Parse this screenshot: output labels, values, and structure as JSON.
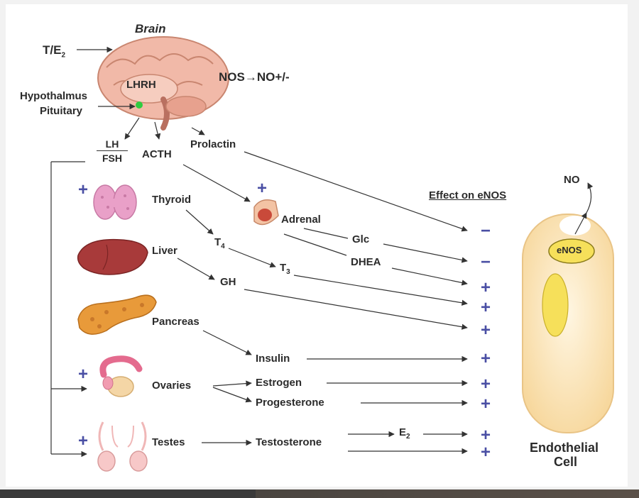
{
  "brain": {
    "title": "Brain",
    "lhrh": "LHRH",
    "input_te2_main": "T/E",
    "input_te2_sub": "2",
    "hypothalamus": "Hypothalmus",
    "pituitary": "Pituitary",
    "nos_label": "NOS→NO+/-"
  },
  "pituitary_outputs": {
    "lh": "LH",
    "fsh": "FSH",
    "acth": "ACTH",
    "prolactin": "Prolactin"
  },
  "organs": {
    "thyroid": "Thyroid",
    "adrenal": "Adrenal",
    "liver": "Liver",
    "pancreas": "Pancreas",
    "ovaries": "Ovaries",
    "testes": "Testes"
  },
  "hormones": {
    "t4_main": "T",
    "t4_sub": "4",
    "t3_main": "T",
    "t3_sub": "3",
    "glc": "Glc",
    "dhea": "DHEA",
    "gh": "GH",
    "insulin": "Insulin",
    "estrogen": "Estrogen",
    "progesterone": "Progesterone",
    "testosterone": "Testosterone",
    "e2_main": "E",
    "e2_sub": "2"
  },
  "effect": {
    "heading": "Effect on eNOS",
    "signs": [
      "−",
      "−",
      "+",
      "+",
      "+",
      "+",
      "+",
      "+",
      "+",
      "+"
    ]
  },
  "organ_markers": {
    "adrenal_plus": "+",
    "thyroid_plus": "+",
    "ovaries_plus": "+",
    "testes_plus": "+"
  },
  "cell": {
    "enos": "eNOS",
    "no": "NO",
    "label_line1": "Endothelial",
    "label_line2": "Cell"
  },
  "colors": {
    "arrow": "#333333",
    "sign": "#4a4fa4",
    "cell_fill": "#fbe3b8",
    "enos_fill": "#f6e05a",
    "brain_fill": "#f0b8a8",
    "liver_fill": "#a83a3a",
    "pancreas_fill": "#e89a3a"
  }
}
